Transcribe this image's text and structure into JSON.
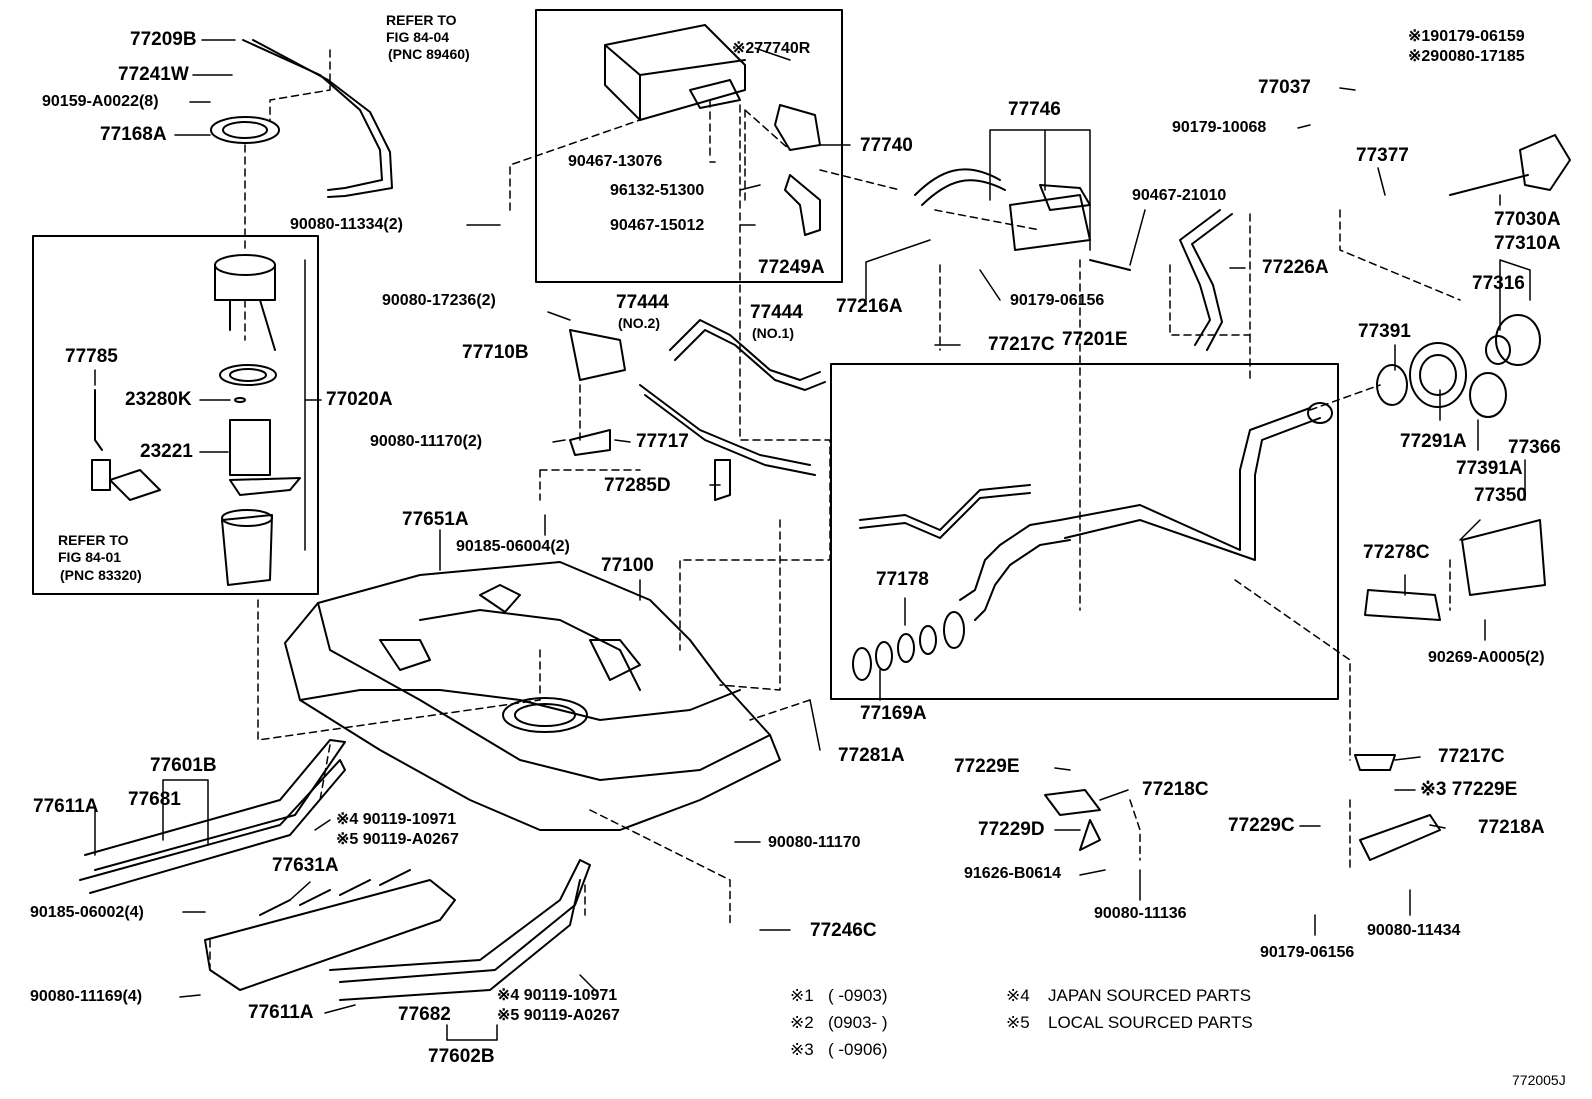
{
  "labels": {
    "p77209B": "77209B",
    "p77241W": "77241W",
    "p90159A0022": "90159-A0022(8)",
    "p77168A": "77168A",
    "p90080_11334": "90080-11334(2)",
    "p77785": "77785",
    "p23280K": "23280K",
    "p23221": "23221",
    "p77020A": "77020A",
    "p277740R": "※277740R",
    "p77740": "77740",
    "p90467_13076": "90467-13076",
    "p96132_51300": "96132-51300",
    "p90467_15012": "90467-15012",
    "p77249A": "77249A",
    "p77746": "77746",
    "p90467_21010": "90467-21010",
    "p77226A": "77226A",
    "p77216A": "77216A",
    "p90179_06156a": "90179-06156",
    "p77217C_a": "77217C",
    "p77201E": "77201E",
    "p77037": "77037",
    "p90179_10068": "90179-10068",
    "p1_90179_06159": "※190179-06159",
    "p2_90080_17185": "※290080-17185",
    "p77377": "77377",
    "p77030A": "77030A",
    "p77310A": "77310A",
    "p77316": "77316",
    "p77391": "77391",
    "p77291A": "77291A",
    "p77391A": "77391A",
    "p77366": "77366",
    "p77350": "77350",
    "p77278C": "77278C",
    "p90269_A0005": "90269-A0005(2)",
    "p90080_17236": "90080-17236(2)",
    "p77444_2": "77444",
    "p77444_2n": "(NO.2)",
    "p77444_1": "77444",
    "p77444_1n": "(NO.1)",
    "p77710B": "77710B",
    "p90080_11170_2": "90080-11170(2)",
    "p77717": "77717",
    "p77285D": "77285D",
    "p90185_06004": "90185-06004(2)",
    "p77651A": "77651A",
    "p77100": "77100",
    "p77178": "77178",
    "p77169A": "77169A",
    "p77281A": "77281A",
    "p77229E_a": "77229E",
    "p77218C": "77218C",
    "p77229D": "77229D",
    "p91626_B0614": "91626-B0614",
    "p90080_11136": "90080-11136",
    "p77217C_b": "77217C",
    "p3_77229E": "※3 77229E",
    "p77229C": "77229C",
    "p77218A": "77218A",
    "p90080_11434": "90080-11434",
    "p90179_06156b": "90179-06156",
    "p77601B": "77601B",
    "p77681": "77681",
    "p77611A_a": "77611A",
    "p4_90119_10971a": "※4 90119-10971",
    "p5_90119_A0267a": "※5 90119-A0267",
    "p77631A": "77631A",
    "p90185_06002": "90185-06002(4)",
    "p90080_11169": "90080-11169(4)",
    "p77611A_b": "77611A",
    "p77682": "77682",
    "p77602B": "77602B",
    "p4_90119_10971b": "※4 90119-10971",
    "p5_90119_A0267b": "※5 90119-A0267",
    "p90080_11170": "90080-11170",
    "p77246C": "77246C"
  },
  "notes": {
    "refer1_l1": "REFER TO",
    "refer1_l2": "FIG 84-04",
    "refer1_l3": "(PNC 89460)",
    "refer2_l1": "REFER TO",
    "refer2_l2": "FIG 84-01",
    "refer2_l3": "(PNC 83320)"
  },
  "legend": {
    "k1": "※1",
    "v1": "(   -0903)",
    "k2": "※2",
    "v2": "(0903-   )",
    "k3": "※3",
    "v3": "(   -0906)",
    "k4": "※4",
    "v4": "JAPAN SOURCED PARTS",
    "k5": "※5",
    "v5": "LOCAL SOURCED PARTS"
  },
  "figure_code": "772005J"
}
